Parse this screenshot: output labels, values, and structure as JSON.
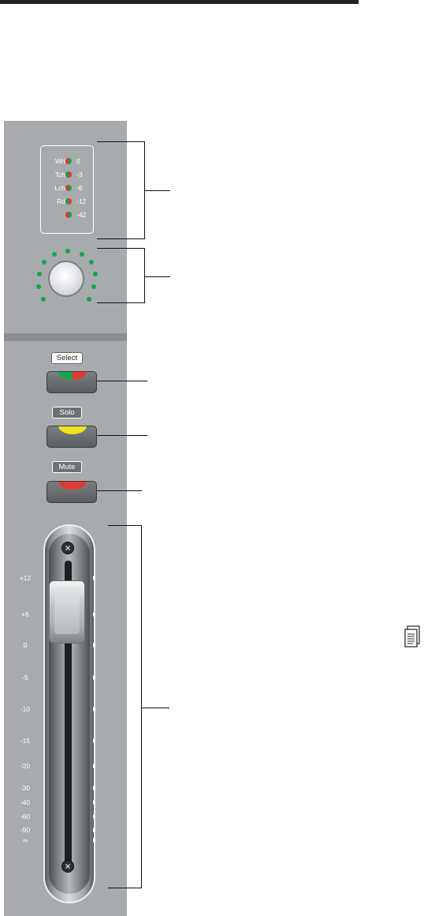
{
  "meter": {
    "rows": [
      {
        "label": "Wrt",
        "value": "0"
      },
      {
        "label": "Tch",
        "value": "-3"
      },
      {
        "label": "Lch",
        "value": "-6"
      },
      {
        "label": "Rd",
        "value": "-12"
      },
      {
        "label": "",
        "value": "-42"
      }
    ]
  },
  "buttons": {
    "select_label": "Select",
    "solo_label": "Solo",
    "mute_label": "Mute"
  },
  "fader": {
    "scale": [
      "+12",
      "+6",
      "0",
      "-5",
      "-10",
      "-15",
      "-20",
      "-30",
      "-40",
      "-60",
      "-90",
      "∞"
    ]
  },
  "icons": {
    "knob": "rotary-knob-icon",
    "screw": "screw-icon",
    "note": "note-document-icon"
  },
  "colors": {
    "strip": "#a7abb0",
    "led_green": "#14a64b",
    "led_red": "#e23a2e",
    "solo_yellow": "#f2e41c",
    "mute_red": "#e23a2e"
  }
}
